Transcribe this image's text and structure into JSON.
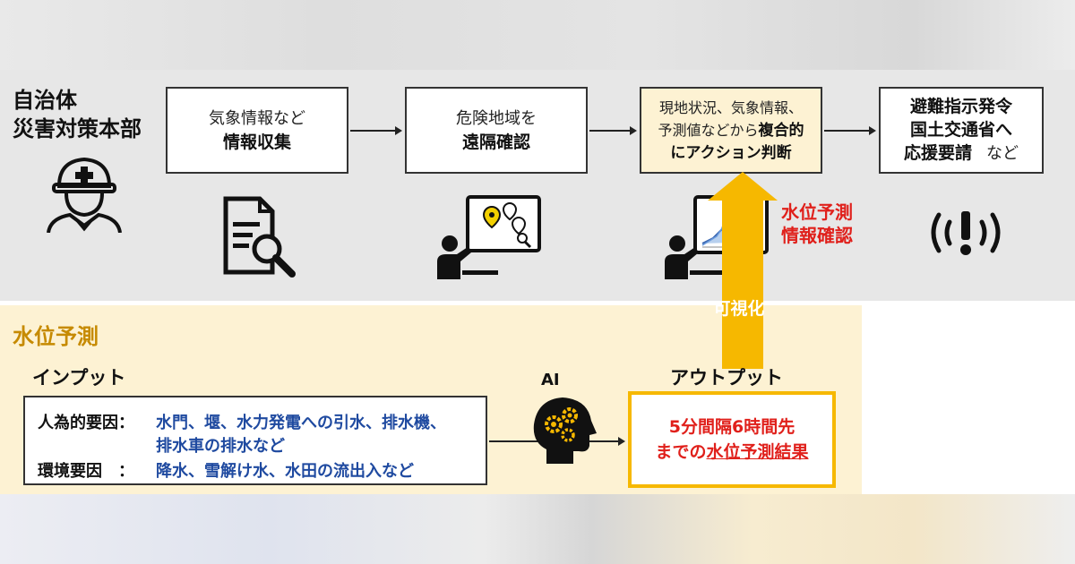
{
  "actor": {
    "line1": "自治体",
    "line2": "災害対策本部"
  },
  "steps": [
    {
      "line1": "気象情報など",
      "line2": "情報収集"
    },
    {
      "line1": "危険地域を",
      "line2": "遠隔確認"
    },
    {
      "line1": "現地状況、気象情報、",
      "line2a": "予測値などから",
      "line2b": "複合的",
      "line3": "にアクション判断"
    },
    {
      "line1": "避難指示発令",
      "line2": "国土交通省へ",
      "line3a": "応援要請",
      "line3b": "など"
    }
  ],
  "confirm_label": {
    "line1": "水位予測",
    "line2": "情報確認"
  },
  "visualize_label": "可視化",
  "prediction": {
    "title": "水位予測",
    "input_title": "インプット",
    "inputs": [
      {
        "label": "人為的要因：",
        "text1": "水門、堰、水力発電への引水、排水機、",
        "text2": "排水車の排水など"
      },
      {
        "label": "環境要因　：",
        "text1": "降水、雪解け水、水田の流出入など"
      }
    ],
    "ai_label": "AI",
    "output_title": "アウトプット",
    "output": {
      "line1": "5分間隔6時間先",
      "line2a": "までの",
      "line2b": "水位予測結果"
    }
  },
  "colors": {
    "gray_panel": "#e7e7e7",
    "yellow_panel": "#fdf2d3",
    "accent_yellow": "#f6b800",
    "highlight_red": "#e0201b",
    "input_blue": "#1f4aa0"
  },
  "icons": [
    "worker-helmet-icon",
    "document-search-icon",
    "remote-monitor-person-icon",
    "chart-monitor-person-icon",
    "alert-signal-icon",
    "ai-head-gears-icon"
  ]
}
